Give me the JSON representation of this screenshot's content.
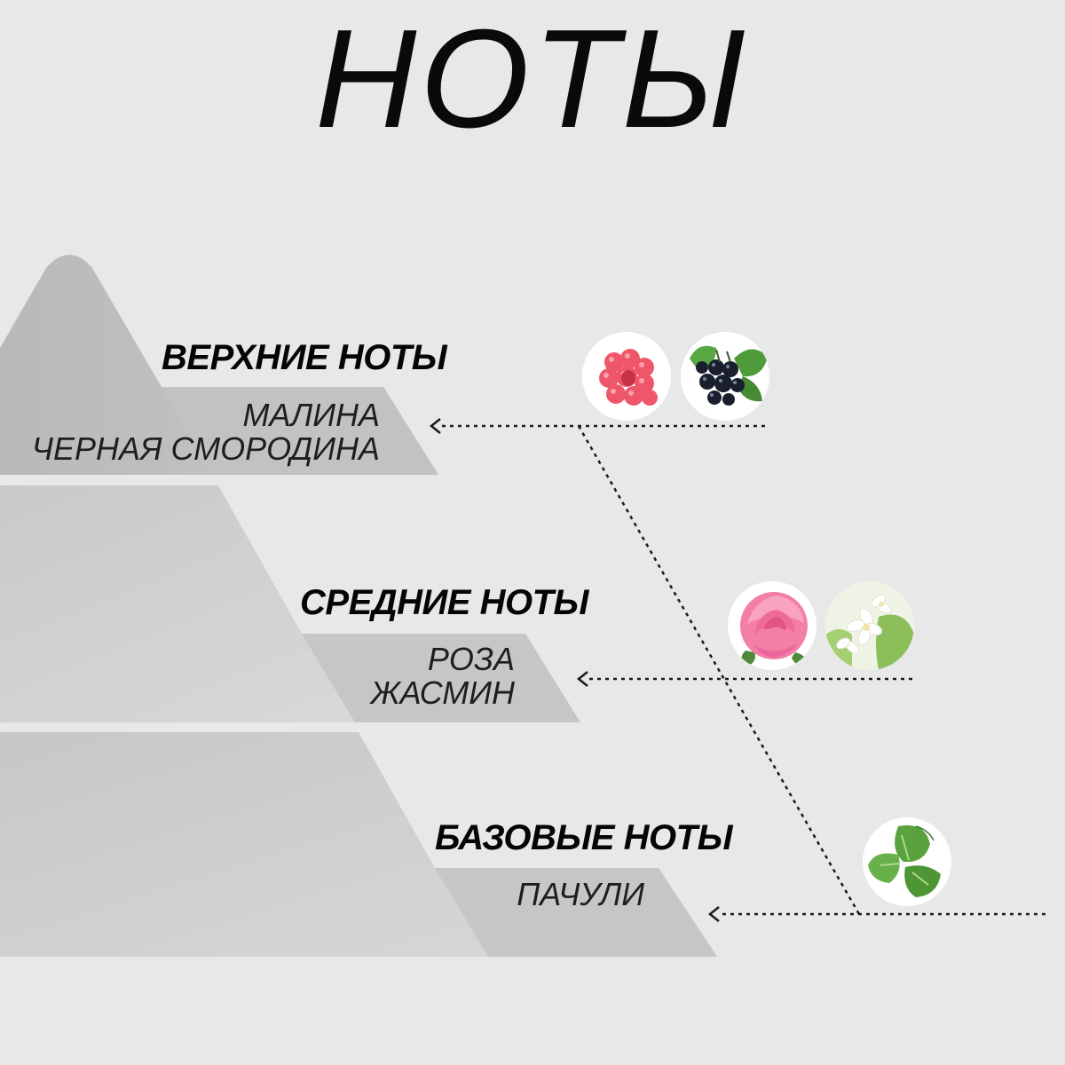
{
  "page": {
    "title": "НОТЫ"
  },
  "tiers": [
    {
      "heading": "ВЕРХНИЕ НОТЫ",
      "notes": [
        "МАЛИНА",
        "ЧЕРНАЯ СМОРОДИНА"
      ],
      "ingredients": [
        "raspberry-icon",
        "blackcurrant-icon"
      ]
    },
    {
      "heading": "СРЕДНИЕ НОТЫ",
      "notes": [
        "РОЗА",
        "ЖАСМИН"
      ],
      "ingredients": [
        "rose-icon",
        "jasmine-icon"
      ]
    },
    {
      "heading": "БАЗОВЫЕ НОТЫ",
      "notes": [
        "ПАЧУЛИ"
      ],
      "ingredients": [
        "patchouli-leaf-icon"
      ]
    }
  ],
  "colors": {
    "background": "#e8e8e8",
    "pyramid": "#c4c4c4",
    "text": "#1e1e1e"
  }
}
